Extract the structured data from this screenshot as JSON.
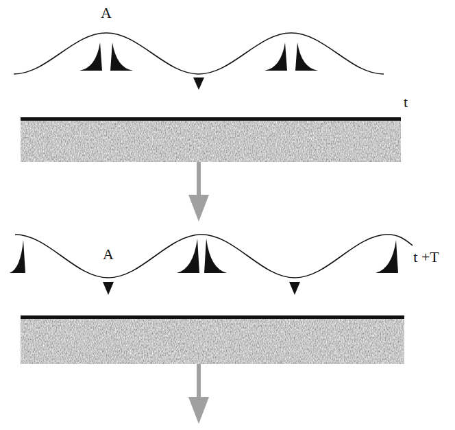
{
  "diagram": {
    "labels": [
      "A",
      "t",
      "A",
      "t +T"
    ]
  }
}
